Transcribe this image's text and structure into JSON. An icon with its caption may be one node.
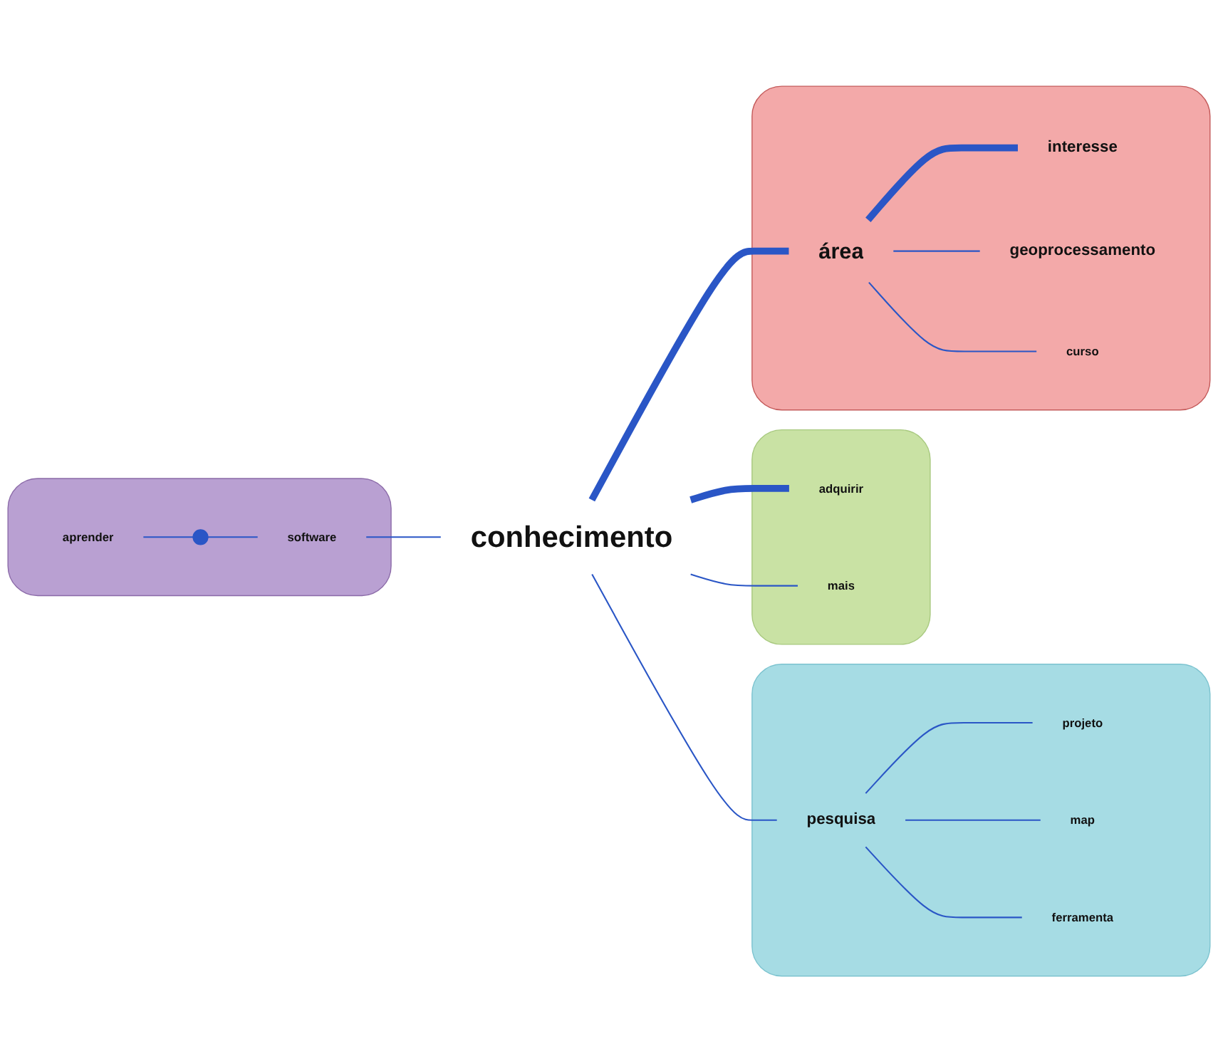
{
  "diagram": {
    "nodes": [
      {
        "text": [],
        "shape": "cloud"
      },
      {
        "text": [
          "aprender"
        ],
        "in": 0
      },
      {
        "text": [],
        "shape": "circle",
        "in": 0
      },
      {
        "text": [
          "software"
        ],
        "in": 0
      },
      {
        "text": [],
        "shape": "cloud"
      },
      {
        "text": [
          "projeto"
        ],
        "in": 4
      },
      {
        "text": [],
        "shape": "cloud"
      },
      {
        "text": [
          "adquirir"
        ],
        "in": 6
      },
      {
        "text": [
          "map"
        ],
        "in": 4
      },
      {
        "text": [
          "pesquisa"
        ],
        "in": 4
      },
      {
        "text": [
          "conhecimento"
        ]
      },
      {
        "text": [
          "ferramenta"
        ],
        "in": 4
      },
      {
        "text": [],
        "shape": "cloud"
      },
      {
        "text": [
          "interesse"
        ],
        "in": 12
      },
      {
        "text": [
          "mais"
        ],
        "in": 6
      },
      {
        "text": [
          "área"
        ],
        "in": 12
      },
      {
        "text": [
          "geoprocessamento"
        ],
        "in": 12
      },
      {
        "text": [
          "curso"
        ],
        "in": 12
      }
    ],
    "edges": [
      {
        "from": 1,
        "to": 2,
        "arrow": "none"
      },
      {
        "from": 2,
        "to": 3,
        "arrow": "none"
      },
      {
        "from": 3,
        "to": 10,
        "arrow": "none"
      },
      {
        "from": 10,
        "to": 7,
        "arrow": "none",
        "style": "thick"
      },
      {
        "from": 10,
        "to": 14,
        "arrow": "none"
      },
      {
        "from": 10,
        "to": 9,
        "arrow": "none"
      },
      {
        "from": 10,
        "to": 15,
        "arrow": "none",
        "style": "thick"
      },
      {
        "from": 15,
        "to": 13,
        "arrow": "none",
        "style": "thick"
      },
      {
        "from": 15,
        "to": 16,
        "arrow": "none"
      },
      {
        "from": 15,
        "to": 17,
        "arrow": "none"
      },
      {
        "from": 9,
        "to": 5,
        "arrow": "none"
      },
      {
        "from": 9,
        "to": 8,
        "arrow": "none"
      },
      {
        "from": 9,
        "to": 11,
        "arrow": "none"
      }
    ]
  }
}
